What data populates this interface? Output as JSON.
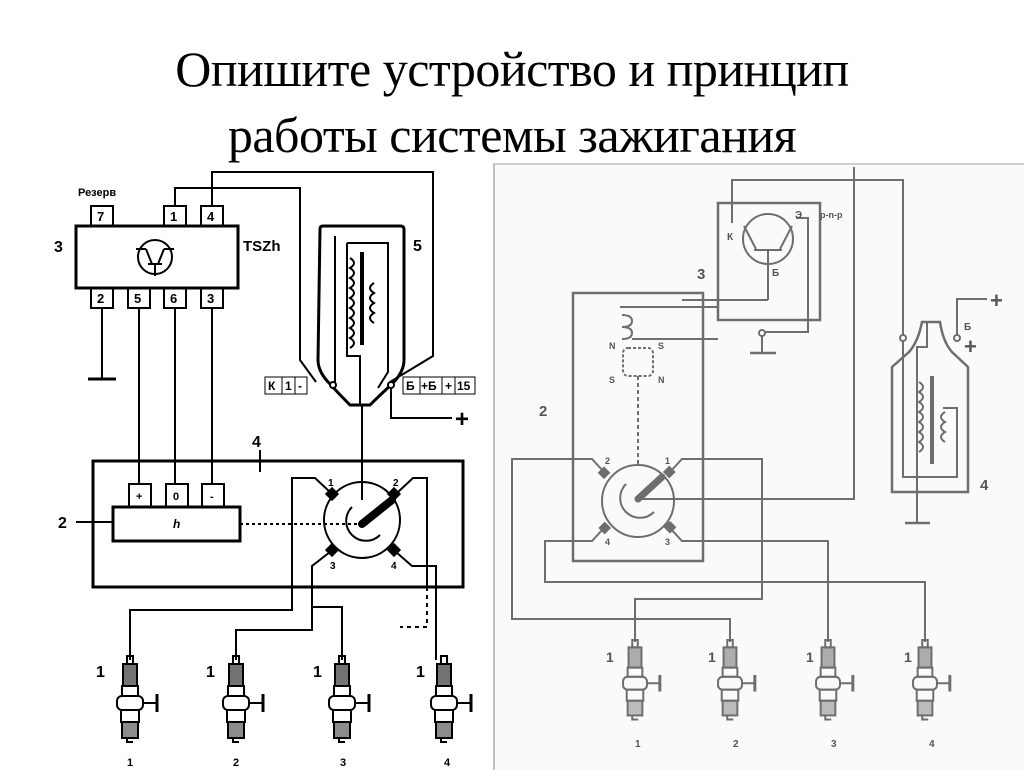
{
  "slide": {
    "title_line1": "Опишите устройство и принцип",
    "title_line2": "работы системы зажигания"
  },
  "left_diagram": {
    "switch": {
      "designator": "3",
      "model": "TSZh",
      "reserve_label": "Резерв",
      "top_pins": [
        "7",
        "1",
        "4"
      ],
      "bottom_pins": [
        "2",
        "5",
        "6",
        "3"
      ],
      "symbol": "transistor-icon"
    },
    "coil": {
      "designator": "5",
      "left_terminal_labels": [
        "К",
        "1",
        "-"
      ],
      "right_terminal_labels": [
        "Б",
        "+Б",
        "+",
        "15"
      ],
      "supply_label": "+"
    },
    "distributor": {
      "designator": "4",
      "hall_sensor": {
        "designator": "2",
        "terminals": [
          "+",
          "0",
          "-"
        ],
        "symbol": "h"
      },
      "cap_contacts": [
        "1",
        "2",
        "3",
        "4"
      ]
    },
    "spark_plugs": {
      "designator": "1",
      "numbers": [
        "1",
        "2",
        "3",
        "4"
      ]
    }
  },
  "right_diagram": {
    "switch": {
      "designator": "3",
      "transistor_type": "p-n-p",
      "collector_label": "К",
      "emitter_label": "Э",
      "base_label": "Б"
    },
    "distributor": {
      "designator": "2",
      "magnet_poles": [
        "N",
        "S",
        "S",
        "N"
      ],
      "cap_contacts": [
        "2",
        "1",
        "4",
        "3"
      ]
    },
    "coil": {
      "designator": "4",
      "terminal_label": "Б",
      "supply_labels": [
        "+",
        "+"
      ]
    },
    "spark_plugs": {
      "designator": "1",
      "numbers": [
        "1",
        "2",
        "3",
        "4"
      ]
    }
  }
}
